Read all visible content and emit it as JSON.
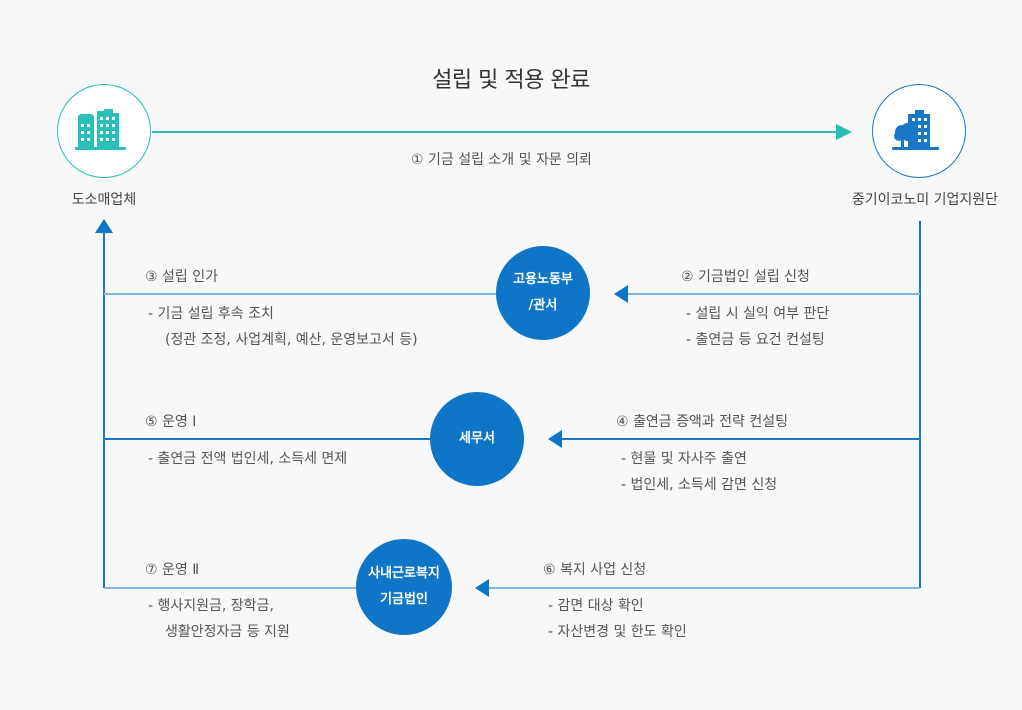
{
  "title": "설립 및 적용 완료",
  "nodes": {
    "left": {
      "label": "도소매업체",
      "icon": "buildings-icon",
      "color": "#2bbfb9"
    },
    "right": {
      "label": "중기이코노미 기업지원단",
      "icon": "building-tree-icon",
      "color": "#1b78c8"
    }
  },
  "hubs": {
    "labor": {
      "line1": "고용노동부",
      "line2": "/관서"
    },
    "tax": {
      "line1": "세무서"
    },
    "fund": {
      "line1": "사내근로복지",
      "line2": "기금법인"
    }
  },
  "steps": {
    "s1": {
      "label": "① 기금 설립 소개 및 자문 의뢰"
    },
    "s2": {
      "label": "② 기금법인 설립 신청",
      "bullets": [
        "-  설립 시 실익 여부 판단",
        "-  출연금 등 요건 컨설팅"
      ]
    },
    "s3": {
      "label": "③ 설립 인가",
      "bullets": [
        "-  기금 설립 후속 조치",
        "(정관 조정, 사업계획, 예산, 운영보고서 등)"
      ]
    },
    "s4": {
      "label": "④ 출연금 증액과 전략 컨설팅",
      "bullets": [
        "-  현물 및 자사주 출연",
        "-  법인세, 소득세 감면 신청"
      ]
    },
    "s5": {
      "label": "⑤ 운영  Ⅰ",
      "bullets": [
        "-  출연금 전액 법인세, 소득세 면제"
      ]
    },
    "s6": {
      "label": "⑥ 복지 사업 신청",
      "bullets": [
        "-  감면 대상 확인",
        "-  자산변경 및 한도 확인"
      ]
    },
    "s7": {
      "label": "⑦ 운영  Ⅱ",
      "bullets": [
        "-  행사지원금, 장학금,",
        "생활안정자금 등 지원"
      ]
    }
  },
  "colors": {
    "teal": "#2bbfb9",
    "blue": "#0f75c6",
    "light_blue": "#7fb7e3",
    "background": "#f8f8f8"
  }
}
